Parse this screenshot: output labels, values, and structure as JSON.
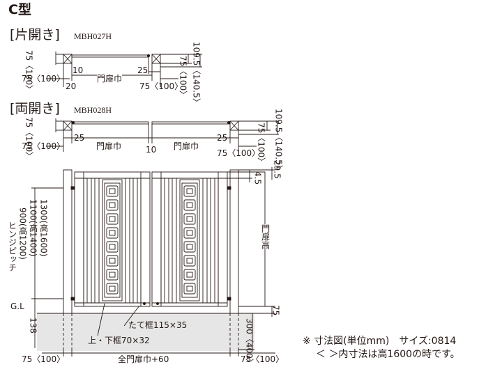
{
  "title": "C型",
  "single": {
    "label": "[片開き]",
    "model": "MBH027H",
    "dims": {
      "post_left": "75〈100〉",
      "post_h": "75〈100〉",
      "d10": "10",
      "d25": "25",
      "d20": "20",
      "door_width": "門扉巾",
      "post_right": "75〈100〉",
      "post_right_v": "75〈100〉",
      "depth": "109.5〈140.5〉"
    }
  },
  "double": {
    "label": "[両開き]",
    "model": "MBH028H",
    "dims": {
      "post_left": "75〈100〉",
      "post_h": "75〈100〉",
      "d25l": "25",
      "width_l": "門扉巾",
      "d10": "10",
      "width_r": "門扉巾",
      "d25r": "25",
      "post_right": "75〈100〉",
      "post_right_v": "75〈100〉",
      "depth": "109.5〈140.5〉"
    }
  },
  "elevation": {
    "hinge_pitch": "ヒンジピッチ",
    "pitch_1": "900(高1200)",
    "pitch_2": "1100(高1400)",
    "pitch_3": "1300(高1600)",
    "gl": "G.L",
    "d138": "138",
    "d29_5": "29.5",
    "d4_5": "4.5",
    "door_height": "門扉高",
    "d75": "75",
    "d300": "300〈400〉",
    "vertical_frame": "たて框115×35",
    "rail_frame": "上・下框70×32",
    "bottom_left": "75〈100〉",
    "total_width": "全門扉巾+60",
    "bottom_right": "75〈100〉"
  },
  "notes": {
    "line1": "※ 寸法図(単位mm)　サイズ:0814",
    "line2": "＜ ＞内寸法は高1600の時です。"
  }
}
